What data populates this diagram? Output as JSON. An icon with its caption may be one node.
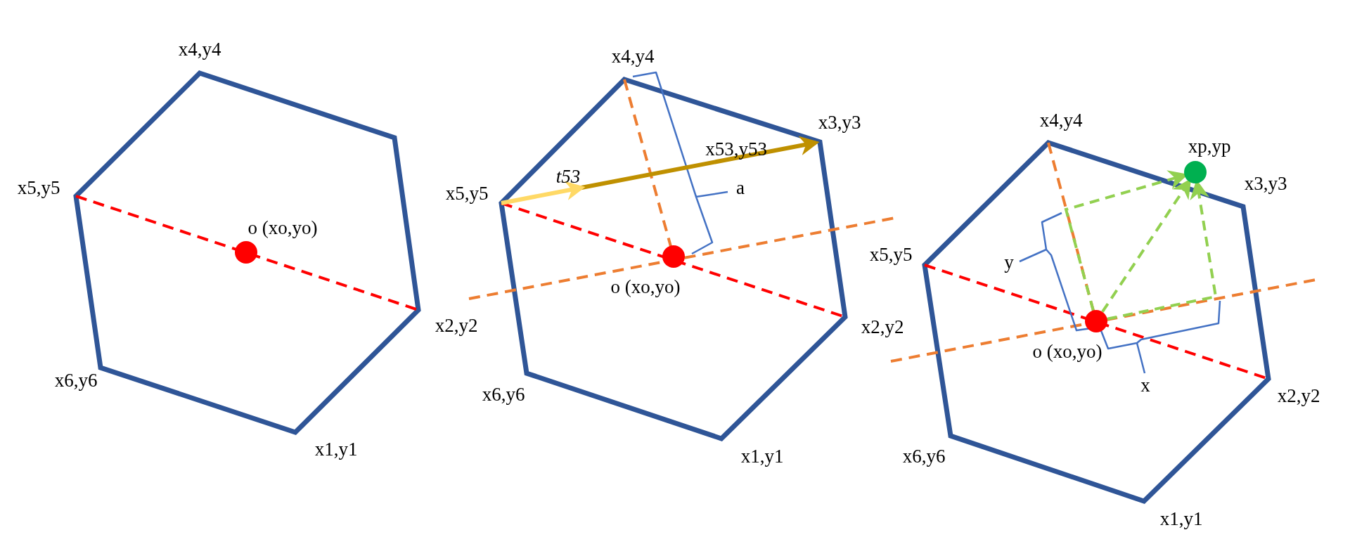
{
  "diagram": {
    "nodes": [
      {
        "text": [],
        "shape": "circle",
        "beside": [
          "o (xo,yo)"
        ]
      },
      {
        "text": [
          "x5,y5"
        ]
      },
      {
        "text": [
          "x3,y3"
        ]
      },
      {
        "text": [],
        "shape": "circle",
        "beside": [
          "o (xo,yo)"
        ]
      },
      {
        "text": [],
        "shape": "circle",
        "beside": [
          "o (xo,yo)"
        ]
      },
      {
        "text": [],
        "shape": "circle",
        "beside": [
          "xp,yp"
        ]
      }
    ],
    "edges": [
      {
        "from": 1,
        "to": 2,
        "arrow": "to",
        "label": "t53",
        "color": "#bf9000",
        "style": "thick"
      },
      {
        "from": 4,
        "to": 5,
        "arrow": "to",
        "style": "dashed"
      },
      {
        "from": 4,
        "to": 5,
        "arrow": "to",
        "style": "dashed"
      },
      {
        "from": 4,
        "to": 5,
        "arrow": "to",
        "style": "dashed"
      }
    ],
    "labels": [
      "x4,y4",
      "x5,y5",
      "x2,y2",
      "x6,y6",
      "x1,y1",
      "x4,y4",
      "x53,y53",
      "a",
      "x2,y2",
      "x6,y6",
      "x1,y1",
      "x4,y4",
      "x3,y3",
      "x5,y5",
      "y",
      "x",
      "x2,y2",
      "x6,y6",
      "x1,y1"
    ]
  }
}
